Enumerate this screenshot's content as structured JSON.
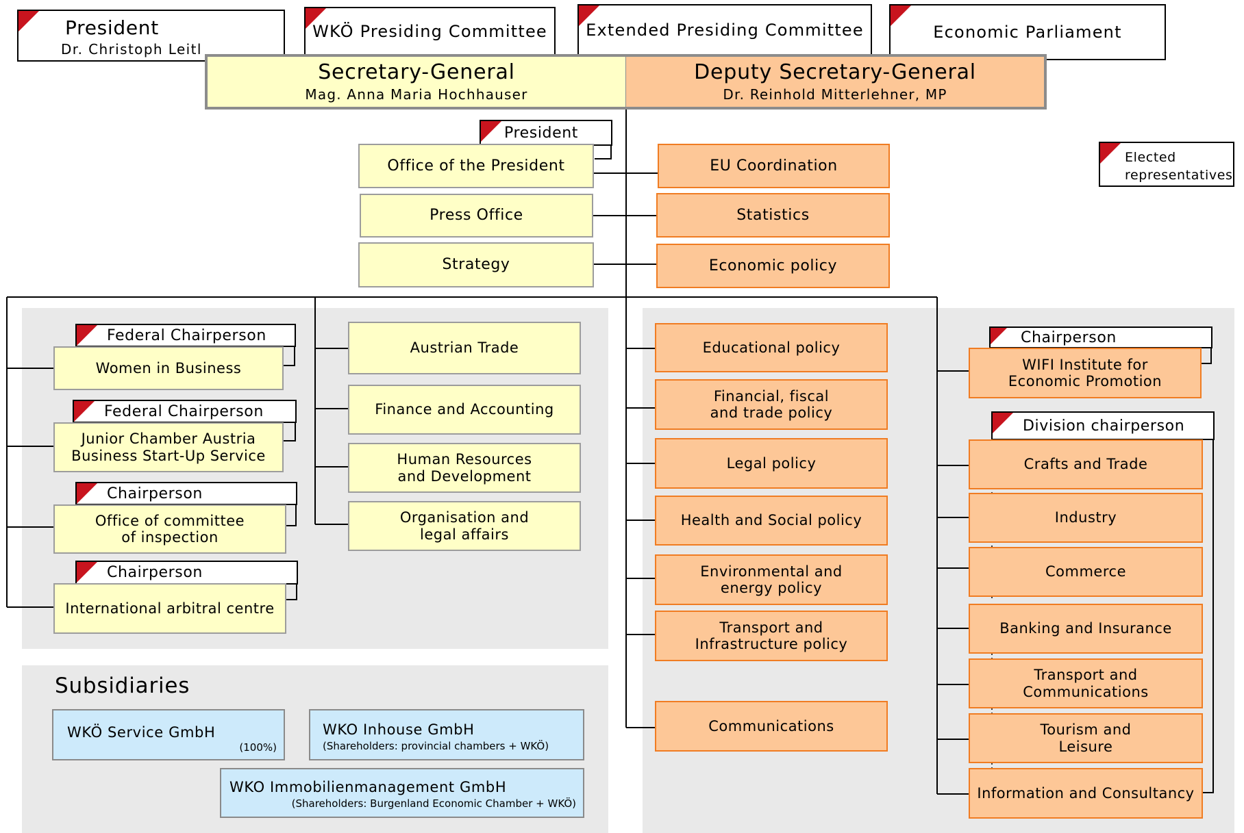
{
  "top": {
    "president": {
      "title": "President",
      "name": "Dr. Christoph Leitl"
    },
    "presiding_committee": "WKÖ Presiding Committee",
    "extended_committee": "Extended Presiding Committee",
    "economic_parliament": "Economic Parliament"
  },
  "secretary_general": {
    "title": "Secretary-General",
    "name": "Mag. Anna Maria Hochhauser"
  },
  "deputy_secretary_general": {
    "title": "Deputy Secretary-General",
    "name": "Dr. Reinhold Mitterlehner, MP"
  },
  "legend": {
    "label_line1": "Elected",
    "label_line2": "representatives"
  },
  "staff_left": {
    "president_tag": "President",
    "items": [
      "Office of the President",
      "Press Office",
      "Strategy"
    ]
  },
  "staff_right": {
    "items": [
      "EU Coordination",
      "Statistics",
      "Economic policy"
    ]
  },
  "left_panel": {
    "committees": [
      {
        "tag": "Federal Chairperson",
        "line1": "Women in Business",
        "line2": ""
      },
      {
        "tag": "Federal Chairperson",
        "line1": "Junior Chamber Austria",
        "line2": "Business Start-Up Service"
      },
      {
        "tag": "Chairperson",
        "line1": "Office of committee",
        "line2": "of inspection"
      },
      {
        "tag": "Chairperson",
        "line1": "International arbitral centre",
        "line2": ""
      }
    ],
    "departments": [
      {
        "line1": "Austrian Trade",
        "line2": ""
      },
      {
        "line1": "Finance and Accounting",
        "line2": ""
      },
      {
        "line1": "Human Resources",
        "line2": "and Development"
      },
      {
        "line1": "Organisation and",
        "line2": "legal affairs"
      }
    ]
  },
  "policy": [
    {
      "line1": "Educational policy",
      "line2": ""
    },
    {
      "line1": "Financial, fiscal",
      "line2": "and trade policy"
    },
    {
      "line1": "Legal policy",
      "line2": ""
    },
    {
      "line1": "Health and Social policy",
      "line2": ""
    },
    {
      "line1": "Environmental and",
      "line2": "energy policy"
    },
    {
      "line1": "Transport and",
      "line2": "Infrastructure policy"
    },
    {
      "line1": "Communications",
      "line2": ""
    }
  ],
  "wifi": {
    "tag": "Chairperson",
    "line1": "WIFI Institute for",
    "line2": "Economic Promotion"
  },
  "divisions": {
    "tag": "Division chairperson",
    "items": [
      {
        "line1": "Crafts and Trade",
        "line2": ""
      },
      {
        "line1": "Industry",
        "line2": ""
      },
      {
        "line1": "Commerce",
        "line2": ""
      },
      {
        "line1": "Banking and Insurance",
        "line2": ""
      },
      {
        "line1": "Transport and",
        "line2": "Communications"
      },
      {
        "line1": "Tourism and",
        "line2": "Leisure"
      },
      {
        "line1": "Information and Consultancy",
        "line2": ""
      }
    ]
  },
  "subsidiaries": {
    "title": "Subsidiaries",
    "items": [
      {
        "name": "WKÖ Service GmbH",
        "note": "(100%)"
      },
      {
        "name": "WKO Inhouse GmbH",
        "note": "(Shareholders: provincial chambers + WKÖ)"
      },
      {
        "name": "WKO Immobilienmanagement GmbH",
        "note": "(Shareholders: Burgenland Economic Chamber + WKÖ)"
      }
    ]
  },
  "colors": {
    "staff": "#ffffc7",
    "policy": "#fdc797",
    "policy_border": "#f07c22",
    "subsidiary": "#cdeafb",
    "flag": "#c8141e",
    "panel": "#e9e9e9"
  }
}
